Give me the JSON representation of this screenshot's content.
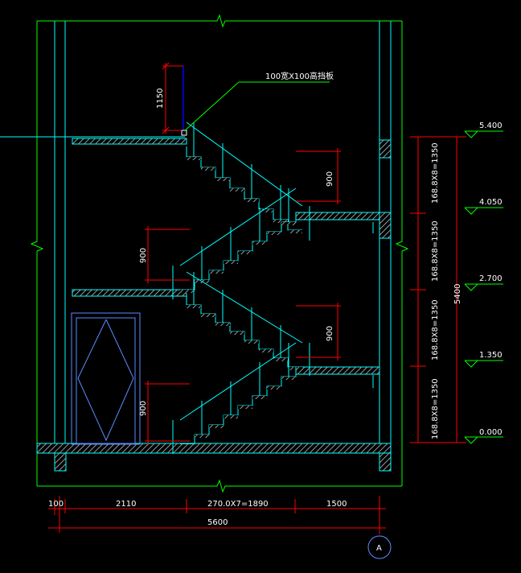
{
  "drawing": {
    "note_label": "100宽X100高挡板",
    "dims_bottom": {
      "d1": "100",
      "d2": "2110",
      "d3": "270.0X7=1890",
      "d4": "1500",
      "total": "5600"
    },
    "dims_right_segments": [
      "168.8X8=1350",
      "168.8X8=1350",
      "168.8X8=1350",
      "168.8X8=1350"
    ],
    "dims_right_total": "5400",
    "elevations": [
      "5.400",
      "4.050",
      "2.700",
      "1.350",
      "0.000"
    ],
    "dims_left": {
      "rail": "1150",
      "h1": "900",
      "h2": "900",
      "h3": "900",
      "h4": "900"
    },
    "grid_axis": "A",
    "colors": {
      "background": "#000000",
      "wall": "#00ffff",
      "dimension": "#ff0000",
      "text": "#ffffff",
      "outline": "#00ff00",
      "hatch": "#c0c0c0",
      "handrail": "#0000ff"
    }
  }
}
